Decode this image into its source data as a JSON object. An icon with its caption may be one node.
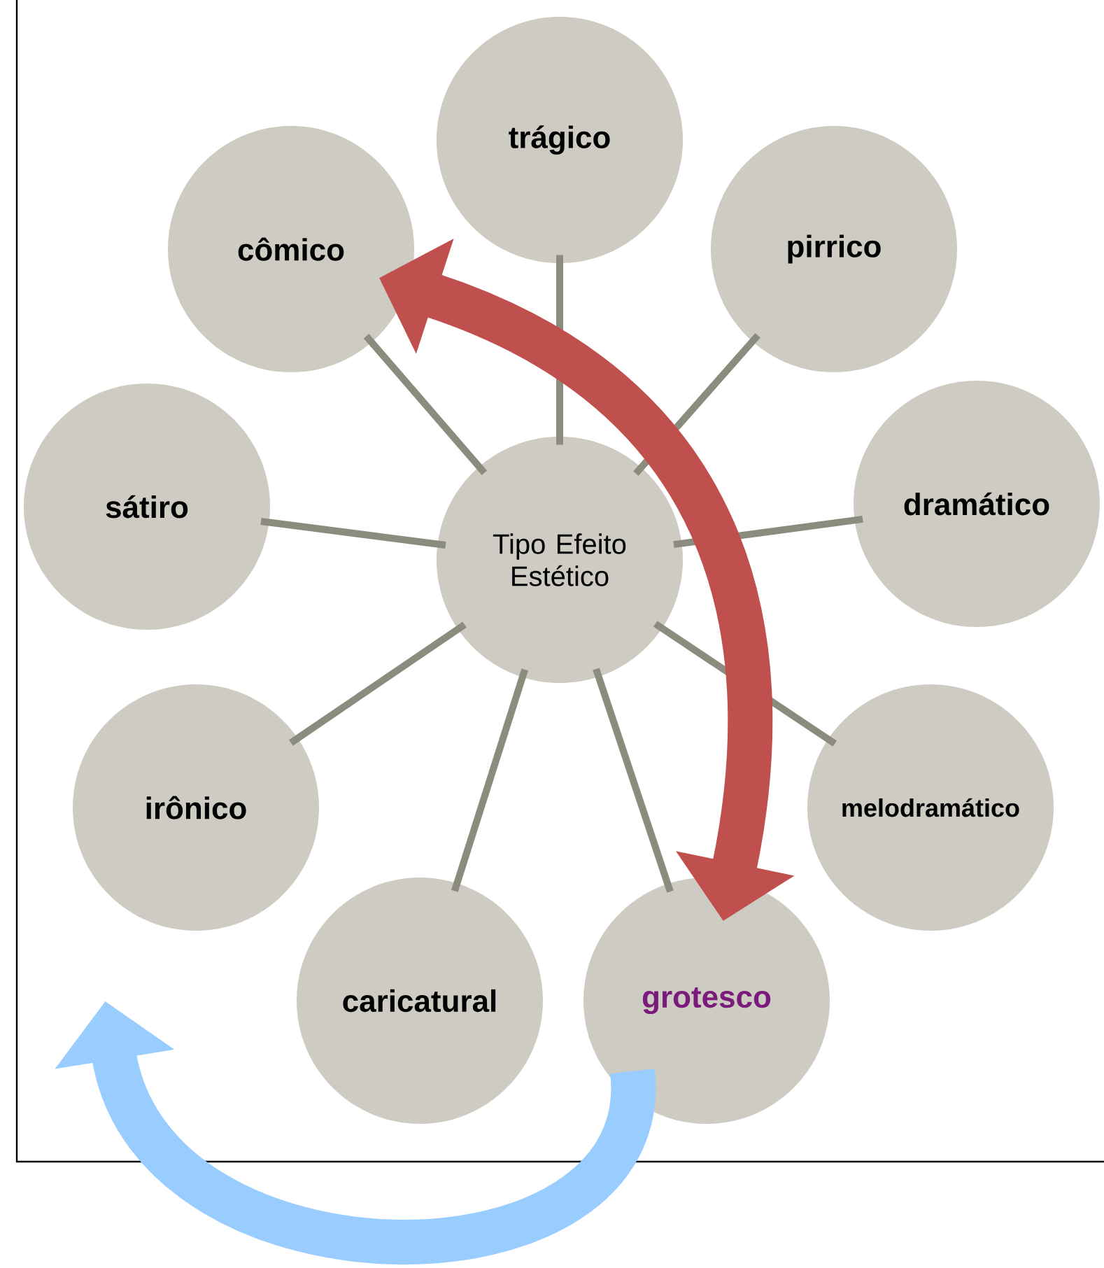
{
  "diagram": {
    "nodes": [
      {
        "text": [
          "trágico"
        ]
      },
      {
        "text": [
          "cômico"
        ]
      },
      {
        "text": [
          "pirrico"
        ]
      },
      {
        "text": [
          "sátiro"
        ]
      },
      {
        "text": [
          "Tipo Efeito Estético"
        ]
      },
      {
        "text": [
          "dramático"
        ]
      },
      {
        "text": [
          "irônico"
        ]
      },
      {
        "text": [
          "melodramático"
        ]
      },
      {
        "text": [
          "caricatural"
        ]
      },
      {
        "text": [
          "grotesco"
        ]
      }
    ],
    "edges": [
      {
        "from": 4,
        "to": 0,
        "arrow": "none"
      },
      {
        "from": 4,
        "to": 1,
        "arrow": "none"
      },
      {
        "from": 4,
        "to": 2,
        "arrow": "none"
      },
      {
        "from": 4,
        "to": 3,
        "arrow": "none"
      },
      {
        "from": 4,
        "to": 5,
        "arrow": "none"
      },
      {
        "from": 4,
        "to": 6,
        "arrow": "none"
      },
      {
        "from": 4,
        "to": 7,
        "arrow": "none"
      },
      {
        "from": 4,
        "to": 8,
        "arrow": "none"
      },
      {
        "from": 4,
        "to": 9,
        "arrow": "none"
      },
      {
        "from": 1,
        "to": 9,
        "arrow": "both",
        "style": "thick",
        "color": "#c0504d"
      },
      {
        "from": 9,
        "to": null,
        "arrow": "to",
        "style": "thick",
        "color": "#99ccff"
      }
    ]
  }
}
